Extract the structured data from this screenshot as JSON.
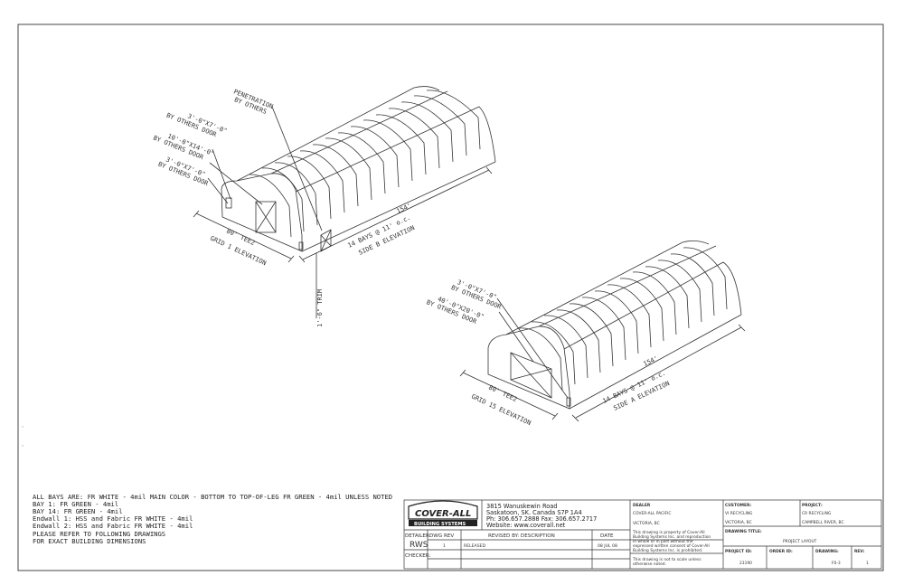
{
  "notes": {
    "line1": "ALL BAYS ARE: FR WHITE - 4mil MAIN COLOR - BOTTOM TO TOP-OF-LEG FR GREEN - 4mil UNLESS NOTED",
    "line2": "BAY 1: FR GREEN - 4mil",
    "line3": "BAY 14: FR GREEN - 4mil",
    "line4": "Endwall 1: HSS and Fabric FR WHITE - 4mil",
    "line5": "Endwall 2: HSS and Fabric FR WHITE - 4mil",
    "line6": "PLEASE REFER TO FOLLOWING DRAWINGS",
    "line7": "FOR EXACT BUILDING DIMENSIONS"
  },
  "building1": {
    "penetration": [
      "PENETRATION",
      "BY OTHERS"
    ],
    "door1": [
      "3'-0\"X7'-0\"",
      "BY OTHERS DOOR"
    ],
    "door2": [
      "10'-0\"X14'-0\"",
      "BY OTHERS DOOR"
    ],
    "door3": [
      "3'-0\"X7'-0\"",
      "BY OTHERS DOOR"
    ],
    "length": "154'",
    "bays": "14 BAYS @ 11' o.c.",
    "side_elev": "SIDE B ELEVATION",
    "width": "80' TEE2",
    "grid_elev": "GRID 1 ELEVATION",
    "trim": "1'-6\" TRIM"
  },
  "building2": {
    "door1": [
      "3'-0\"X7'-0\"",
      "BY OTHERS DOOR"
    ],
    "door2": [
      "40'-0\"X20'-0\"",
      "BY OTHERS DOOR"
    ],
    "length": "154'",
    "bays": "14 BAYS @ 11' o.c.",
    "side_elev": "SIDE A ELEVATION",
    "width": "80' TEE2",
    "grid_elev": "GRID 15 ELEVATION"
  },
  "titleblock": {
    "logo_name": "COVER-ALL",
    "logo_sub": "BUILDING SYSTEMS",
    "address1": "3815 Wanuskewin Road",
    "address2": "Saskatoon, SK. Canada S7P 1A4",
    "address3": "Ph: 306.657.2888 Fax: 306.657.2717",
    "address4": "Website: www.coverall.net",
    "detailer_label": "DETAILER:",
    "detailer": "RWS",
    "checker_label": "CHECKER:",
    "dwg_rev_label": "DWG REV",
    "revised_label": "REVISED BY: DESCRIPTION",
    "date_label": "DATE",
    "rev_no": "1",
    "rev_desc": "RELEASED",
    "rev_date": "08 JUL 08",
    "dealer_label": "DEALER",
    "dealer1": "COVER-ALL PACIFIC",
    "dealer2": "VICTORIA, BC",
    "property1": "This drawing is property of Cover-All",
    "property2": "Building Systems Inc. and reproduction",
    "property3": "in whole or in part without the",
    "property4": "expressed written consent of Cover-All",
    "property5": "Building Systems Inc. is prohibited.",
    "scale1": "This drawing is not to scale unless",
    "scale2": "otherwise noted.",
    "customer_label": "CUSTOMER:",
    "customer1": "VI RECYCLING",
    "customer2": "VICTORIA, BC",
    "project_label": "PROJECT:",
    "project1": "CR RECYCLING",
    "project2": "CAMPBELL RIVER, BC",
    "drawing_title_label": "DRAWING TITLE:",
    "drawing_title": "PROJECT LAYOUT",
    "project_id_label": "PROJECT ID:",
    "project_id": "23190",
    "order_id_label": "ORDER ID:",
    "drawing_label": "DRAWING:",
    "drawing": "F0-3",
    "rev_label": "REV:",
    "rev": "1"
  }
}
